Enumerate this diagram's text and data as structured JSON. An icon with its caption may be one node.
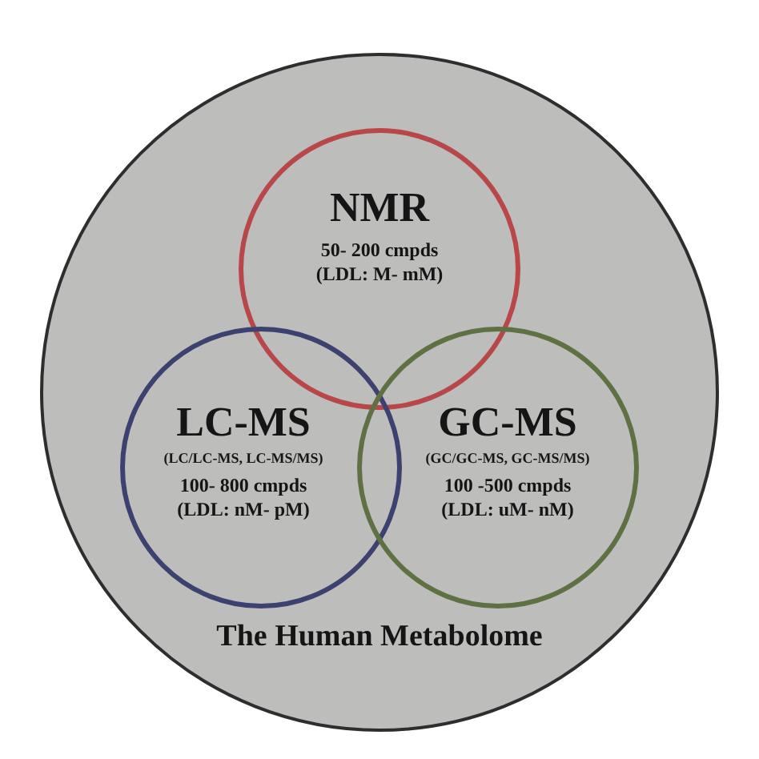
{
  "diagram": {
    "nodes": [
      {
        "text": [
          "The Human Metabolome"
        ]
      },
      {
        "text": [
          "NMR",
          "50- 200 cmpds (LDL: M- mM)"
        ],
        "in": 0
      },
      {
        "text": [
          "LC-MS",
          "(LC/LC-MS, LC-MS/MS)",
          "100- 800 cmpds (LDL: nM- pM)"
        ],
        "in": 0
      },
      {
        "text": [
          "GC-MS",
          "(GC/GC-MS, GC-MS/MS)",
          "100 -500 cmpds (LDL: uM- nM)"
        ],
        "in": 0
      }
    ]
  }
}
